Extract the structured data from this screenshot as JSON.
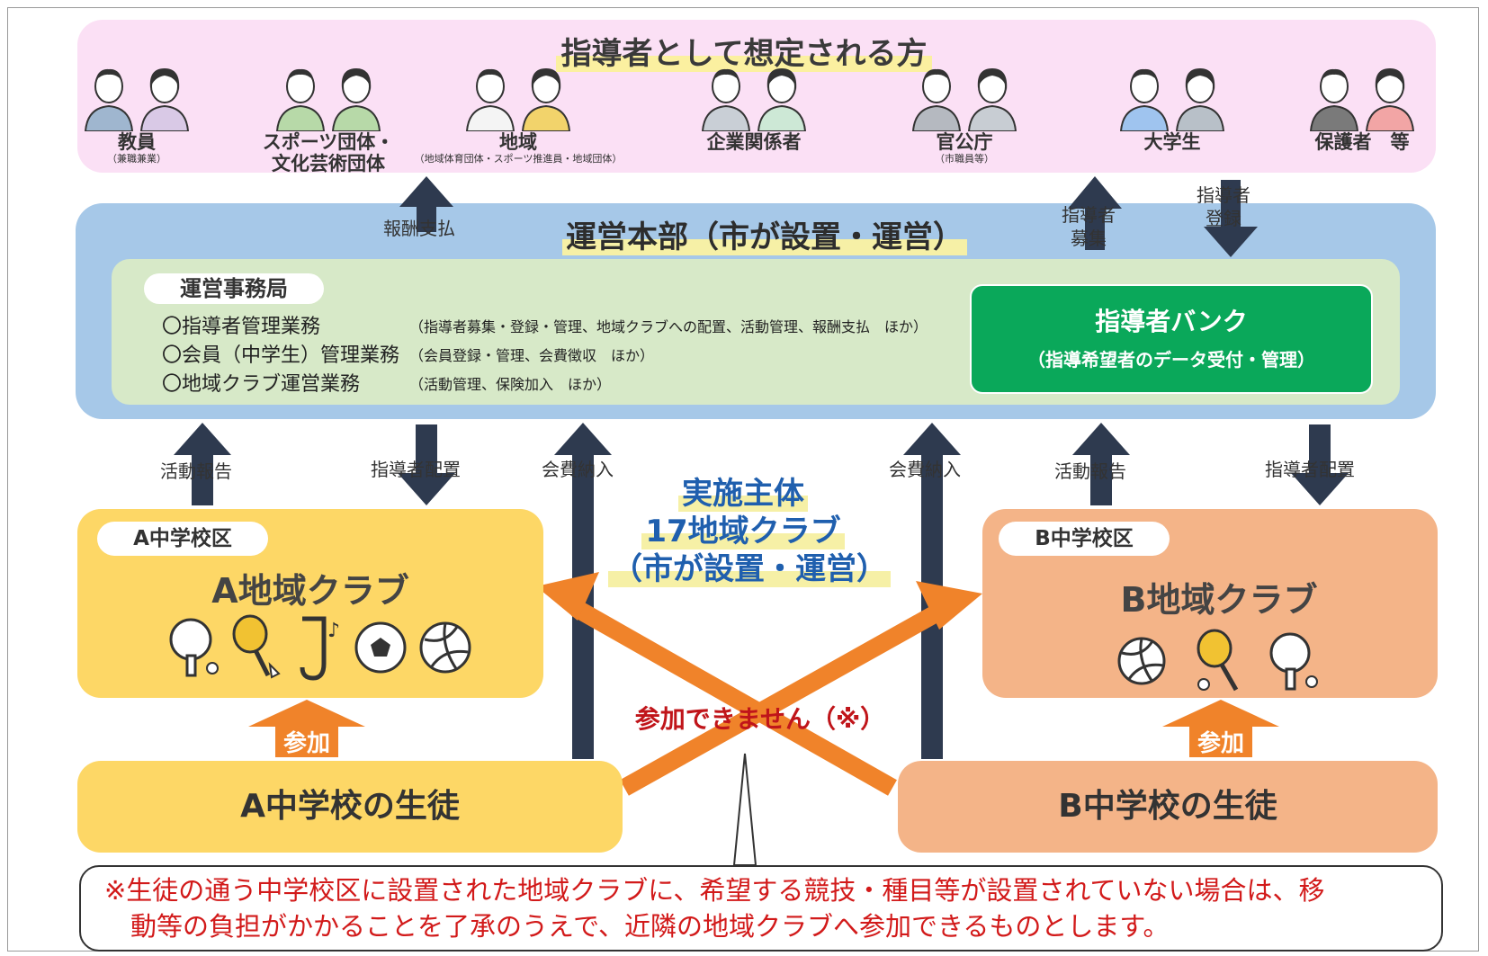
{
  "top_section": {
    "title": "指導者として想定される方",
    "groups": [
      {
        "label": "教員",
        "sub": "（兼職兼業）"
      },
      {
        "label": "スポーツ団体・\n文化芸術団体",
        "sub": ""
      },
      {
        "label": "地域",
        "sub": "（地域体育団体・スポーツ推進員・地域団体）"
      },
      {
        "label": "企業関係者",
        "sub": ""
      },
      {
        "label": "官公庁",
        "sub": "（市職員等）"
      },
      {
        "label": "大学生",
        "sub": ""
      },
      {
        "label": "保護者　等",
        "sub": ""
      }
    ]
  },
  "headquarters": {
    "title": "運営本部（市が設置・運営）",
    "office": {
      "tag": "運営事務局",
      "tasks": [
        {
          "label": "〇指導者管理業務",
          "note": "（指導者募集・登録・管理、地域クラブへの配置、活動管理、報酬支払　ほか）"
        },
        {
          "label": "〇会員（中学生）管理業務",
          "note": "（会員登録・管理、会費徴収　ほか）"
        },
        {
          "label": "〇地域クラブ運営業務",
          "note": "（活動管理、保険加入　ほか）"
        }
      ]
    },
    "bank": {
      "title": "指導者バンク",
      "sub": "（指導希望者のデータ受付・管理）"
    }
  },
  "arrows": {
    "reward_payment": "報酬支払",
    "recruit": "指導者\n募集",
    "register": "指導者\n登録",
    "activity_report_a": "活動報告",
    "assign_a": "指導者配置",
    "fee_a": "会費納入",
    "fee_b": "会費納入",
    "activity_report_b": "活動報告",
    "assign_b": "指導者配置"
  },
  "main_body": {
    "line1": "実施主体",
    "line2": "17地域クラブ",
    "line3": "（市が設置・運営）"
  },
  "club_a": {
    "zone": "A中学校区",
    "name": "A地域クラブ",
    "icons": [
      "table-tennis-icon",
      "badminton-icon",
      "saxophone-icon",
      "soccer-ball-icon",
      "volleyball-icon"
    ]
  },
  "club_b": {
    "zone": "B中学校区",
    "name": "B地域クラブ",
    "icons": [
      "volleyball-icon",
      "tennis-icon",
      "table-tennis-icon"
    ]
  },
  "join_a": "参加",
  "join_b": "参加",
  "students_a": "A中学校の生徒",
  "students_b": "B中学校の生徒",
  "cannot_join": "参加できません（※）",
  "notice": "※生徒の通う中学校区に設置された地域クラブに、希望する競技・種目等が設置されていない場合は、移\n　動等の負担がかかることを了承のうえで、近隣の地域クラブへ参加できるものとします。",
  "colors": {
    "top_panel": "#fbe0f5",
    "hq_panel": "#a6c8e8",
    "office_panel": "#d7e9c8",
    "bank": "#0aa85a",
    "club_a": "#fdd766",
    "club_b": "#f4b488",
    "dark_arrow": "#2e3a4f",
    "orange_arrow": "#f0832a",
    "notice_text": "#d21a1a",
    "main_body_text": "#1f5fae"
  }
}
